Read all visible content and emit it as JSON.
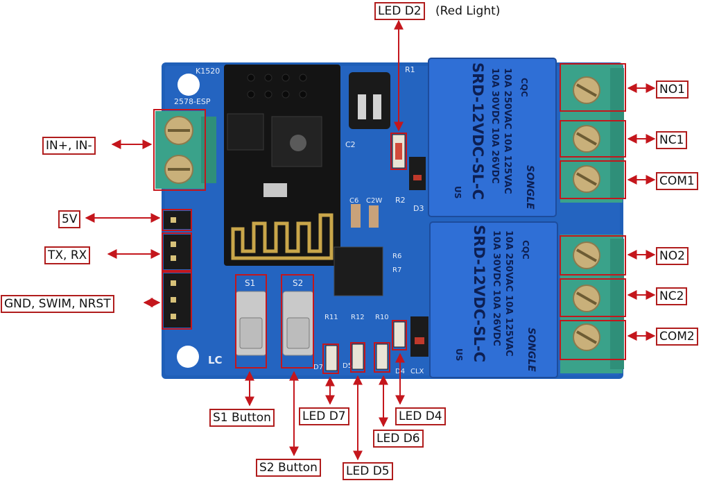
{
  "labels": {
    "led_d2": "LED D2",
    "led_d2_note": "(Red Light)",
    "no1": "NO1",
    "nc1": "NC1",
    "com1": "COM1",
    "no2": "NO2",
    "nc2": "NC2",
    "com2": "COM2",
    "in_pins": "IN+, IN-",
    "v5": "5V",
    "txrx": "TX, RX",
    "swim": "GND, SWIM, NRST",
    "s1_button": "S1 Button",
    "s2_button": "S2 Button",
    "led_d7": "LED D7",
    "led_d5": "LED D5",
    "led_d6": "LED D6",
    "led_d4": "LED D4"
  },
  "silkscreen": {
    "k1520": "K1520",
    "esp_code": "2578-ESP",
    "lc": "LC",
    "s1": "S1",
    "s2": "S2",
    "r11": "R11",
    "r12": "R12",
    "r10": "R10",
    "d7": "D7",
    "d5": "D5",
    "d4": "D4",
    "r1": "R1",
    "r2": "R2",
    "d3": "D3",
    "c2": "C2",
    "c6": "C6",
    "c2w": "C2W",
    "r6": "R6",
    "r7": "R7",
    "clx": "CLX"
  },
  "relay": {
    "model": "SRD-12VDC-SL-C",
    "rating1": "10A 250VAC  10A 125VAC",
    "rating2": "10A 30VDC  10A 26VDC",
    "brand": "SONGLE",
    "cqc": "CQC",
    "us": "US"
  }
}
